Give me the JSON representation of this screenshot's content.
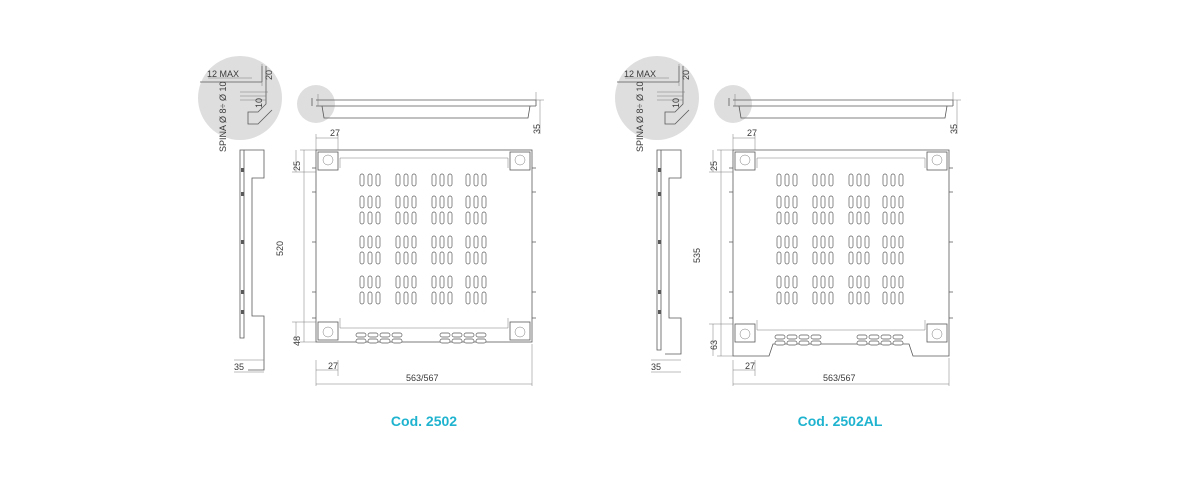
{
  "drawings": [
    {
      "code": "Cod. 2502",
      "detail": {
        "max_label": "12 MAX",
        "height_label": "20",
        "small_label": "10",
        "pin_label": "SPINA Ø 8÷ Ø 10"
      },
      "top_view": {
        "depth_label": "35"
      },
      "front": {
        "width_label": "563/567",
        "height_label": "520",
        "top_label": "25",
        "corner_label": "27",
        "bottom_corner_label": "27",
        "bottom_label": "48"
      },
      "side": {
        "depth_label": "35"
      },
      "front_notch": false
    },
    {
      "code": "Cod. 2502AL",
      "detail": {
        "max_label": "12 MAX",
        "height_label": "20",
        "small_label": "10",
        "pin_label": "SPINA Ø 8÷ Ø 10"
      },
      "top_view": {
        "depth_label": "35"
      },
      "front": {
        "width_label": "563/567",
        "height_label": "535",
        "top_label": "25",
        "corner_label": "27",
        "bottom_corner_label": "27",
        "bottom_label": "63"
      },
      "side": {
        "depth_label": "35"
      },
      "front_notch": true
    }
  ],
  "colors": {
    "caption": "#1fb3cf",
    "line": "#5a5a5a",
    "highlight_circle": "#dedede"
  }
}
